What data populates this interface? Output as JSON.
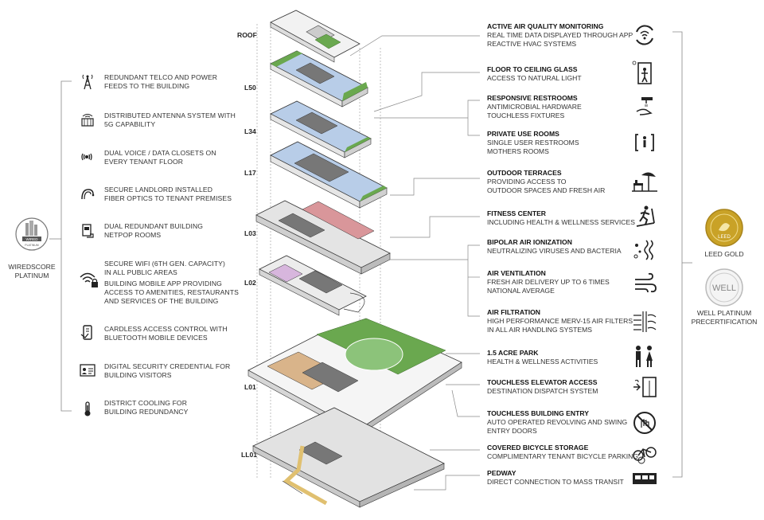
{
  "levels": [
    "ROOF",
    "L50",
    "L34",
    "L17",
    "L03",
    "L02",
    "L01",
    "LL01"
  ],
  "left_cert": {
    "line1": "WIREDSCORE",
    "line2": "PLATINUM",
    "badge_top": "WIRED",
    "badge_bottom": "PLATINUM"
  },
  "left_items": [
    {
      "icon": "antenna-tower-icon",
      "lines": [
        "REDUNDANT TELCO AND POWER",
        "FEEDS TO THE BUILDING"
      ]
    },
    {
      "icon": "distributed-antenna-icon",
      "lines": [
        "DISTRIBUTED ANTENNA SYSTEM WITH",
        "5G CAPABILITY"
      ]
    },
    {
      "icon": "voice-data-icon",
      "lines": [
        "DUAL VOICE / DATA CLOSETS ON",
        "EVERY TENANT FLOOR"
      ]
    },
    {
      "icon": "fiber-optic-icon",
      "lines": [
        "SECURE LANDLORD INSTALLED",
        "FIBER OPTICS TO TENANT PREMISES"
      ]
    },
    {
      "icon": "netpop-room-icon",
      "lines": [
        "DUAL REDUNDANT BUILDING",
        "NETPOP ROOMS"
      ]
    },
    {
      "icon": "wifi-lock-icon",
      "lines": [
        "SECURE WIFI (6TH GEN. CAPACITY)",
        "IN ALL PUBLIC AREAS"
      ]
    },
    {
      "icon": "mobile-app-icon",
      "lines": [
        "BUILDING MOBILE APP PROVIDING",
        "ACCESS TO AMENITIES, RESTAURANTS",
        "AND SERVICES OF THE BUILDING"
      ]
    },
    {
      "icon": "phone-access-icon",
      "lines": [
        "CARDLESS ACCESS CONTROL WITH",
        "BLUETOOTH MOBILE DEVICES"
      ]
    },
    {
      "icon": "id-credential-icon",
      "lines": [
        "DIGITAL SECURITY CREDENTIAL FOR",
        "BUILDING VISITORS"
      ]
    },
    {
      "icon": "district-cooling-icon",
      "lines": [
        "DISTRICT COOLING FOR",
        "BUILDING REDUNDANCY"
      ]
    }
  ],
  "right_items": [
    {
      "title": "ACTIVE AIR QUALITY MONITORING",
      "lines": [
        "REAL TIME DATA DISPLAYED THROUGH APP",
        "REACTIVE HVAC SYSTEMS"
      ],
      "icon": "air-quality-monitor-icon"
    },
    {
      "title": "FLOOR TO CEILING GLASS",
      "lines": [
        "ACCESS TO NATURAL LIGHT"
      ],
      "icon": "natural-light-icon"
    },
    {
      "title": "RESPONSIVE RESTROOMS",
      "lines": [
        "ANTIMICROBIAL HARDWARE",
        "TOUCHLESS FIXTURES"
      ],
      "icon": "touchless-faucet-icon"
    },
    {
      "title": "PRIVATE USE ROOMS",
      "lines": [
        "SINGLE USER RESTROOMS",
        "MOTHERS ROOMS"
      ],
      "icon": "private-room-icon"
    },
    {
      "title": "OUTDOOR TERRACES",
      "lines": [
        "PROVIDING ACCESS TO",
        "OUTDOOR SPACES AND FRESH AIR"
      ],
      "icon": "terrace-umbrella-icon"
    },
    {
      "title": "FITNESS CENTER",
      "lines": [
        "INCLUDING HEALTH & WELLNESS SERVICES"
      ],
      "icon": "treadmill-icon"
    },
    {
      "title": "BIPOLAR AIR IONIZATION",
      "lines": [
        "NEUTRALIZING VIRUSES AND BACTERIA"
      ],
      "icon": "air-ionization-icon"
    },
    {
      "title": "AIR VENTILATION",
      "lines": [
        "FRESH AIR DELIVERY UP TO 6 TIMES",
        "NATIONAL AVERAGE"
      ],
      "icon": "ventilation-icon"
    },
    {
      "title": "AIR FILTRATION",
      "lines": [
        "HIGH PERFORMANCE MERV-15 AIR FILTERS",
        "IN ALL AIR HANDLING SYSTEMS"
      ],
      "icon": "air-filter-icon"
    },
    {
      "title": "1.5 ACRE PARK",
      "lines": [
        "HEALTH & WELLNESS ACTIVITIES"
      ],
      "icon": "park-people-icon"
    },
    {
      "title": "TOUCHLESS ELEVATOR ACCESS",
      "lines": [
        "DESTINATION DISPATCH SYSTEM"
      ],
      "icon": "touchless-elevator-icon"
    },
    {
      "title": "TOUCHLESS BUILDING ENTRY",
      "lines": [
        "AUTO OPERATED REVOLVING AND SWING",
        "ENTRY DOORS"
      ],
      "icon": "no-touch-door-icon"
    },
    {
      "title": "COVERED BICYCLE STORAGE",
      "lines": [
        "COMPLIMENTARY TENANT BICYCLE PARKING"
      ],
      "icon": "bicycle-storage-icon"
    },
    {
      "title": "PEDWAY",
      "lines": [
        "DIRECT CONNECTION TO MASS TRANSIT"
      ],
      "icon": "pedway-transit-icon"
    }
  ],
  "right_certs": [
    {
      "name": "LEED GOLD",
      "badge": "LEED",
      "icon": "leed-gold-badge-icon"
    },
    {
      "name": "WELL PLATINUM",
      "line2": "PRECERTIFICATION",
      "badge": "WELL",
      "icon": "well-badge-icon"
    }
  ],
  "colors": {
    "green": "#6aa84f",
    "blue": "#b8cde8",
    "red": "#d9969a",
    "purple": "#d7b6dd",
    "tan": "#d9b48a",
    "gold": "#c9a227"
  }
}
